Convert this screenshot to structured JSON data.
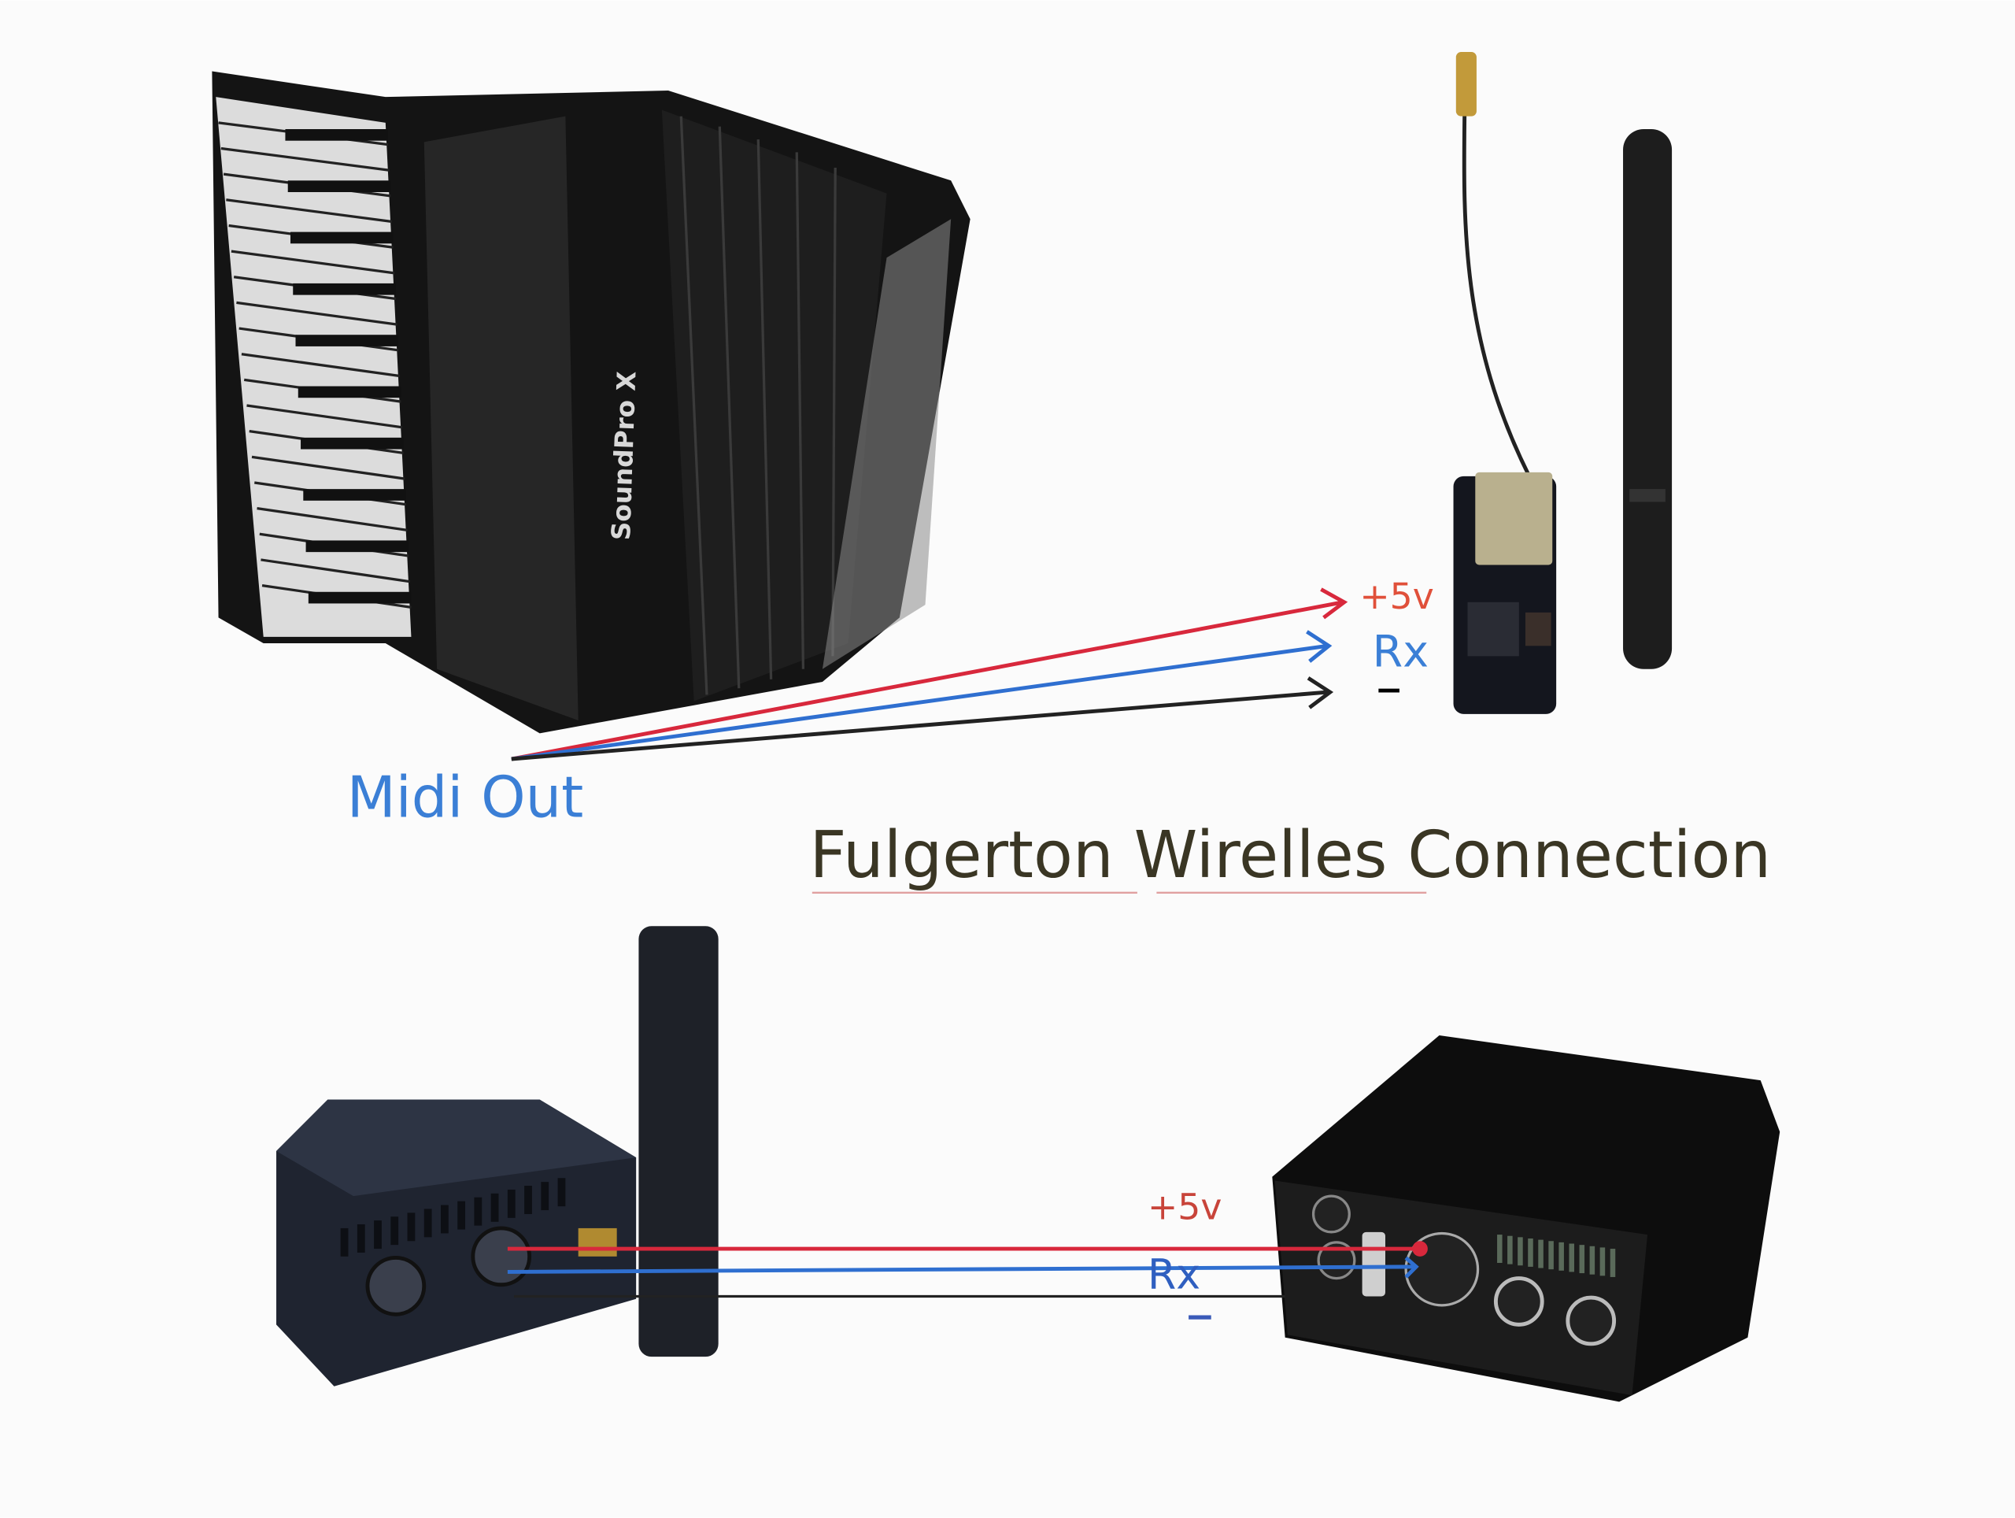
{
  "title": "Fulgerton Wirelles Connection",
  "accordion": {
    "brand": "SoundPro X",
    "port_label": "Midi Out"
  },
  "transmitter_wiring": {
    "power": "+5v",
    "rx": "Rx",
    "ground": "−"
  },
  "receiver_wiring": {
    "power": "+5v",
    "rx": "Rx",
    "ground": "−"
  },
  "colors": {
    "power": "#d8283c",
    "rx": "#2f6fd0",
    "ground": "#222222",
    "title": "#3a3624",
    "midi_label": "#3b7fd6",
    "power_label": "#e0503a"
  }
}
